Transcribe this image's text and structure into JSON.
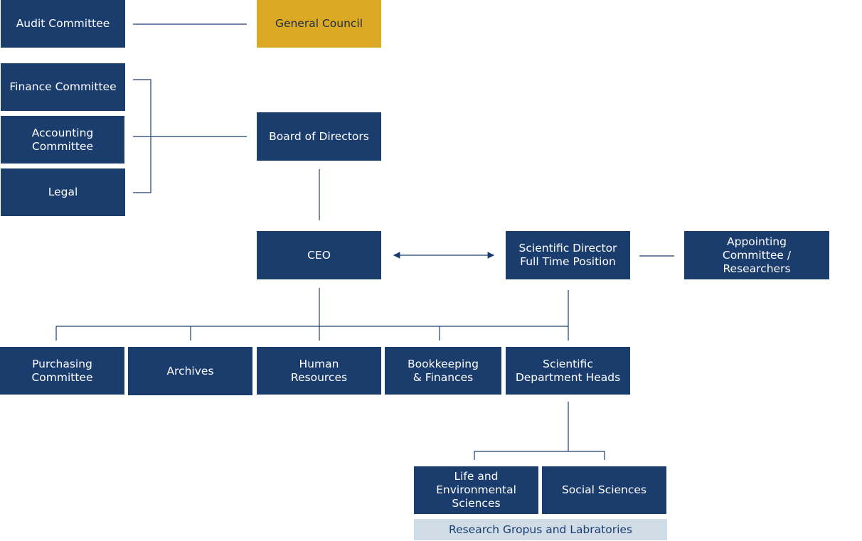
{
  "colors": {
    "navy": "#1b3d6e",
    "gold": "#dca925",
    "light": "#d1dde6",
    "line": "#1b3d6e"
  },
  "nodes": {
    "audit_committee": "Audit Committee",
    "general_council": "General Council",
    "finance_committee": "Finance Committee",
    "accounting_committee": "Accounting\nCommittee",
    "legal": "Legal",
    "board_of_directors": "Board of Directors",
    "ceo": "CEO",
    "scientific_director": "Scientific Director\nFull Time Position",
    "appointing_committee": "Appointing\nCommittee / Researchers",
    "purchasing_committee": "Purchasing\nCommittee",
    "archives": "Archives",
    "human_resources": "Human\nResources",
    "bookkeeping": "Bookkeeping\n& Finances",
    "department_heads": "Scientific\nDepartment Heads",
    "life_sciences": "Life and Environmental\nSciences",
    "social_sciences": "Social Sciences",
    "research_groups": "Research Gropus and Labratories"
  }
}
